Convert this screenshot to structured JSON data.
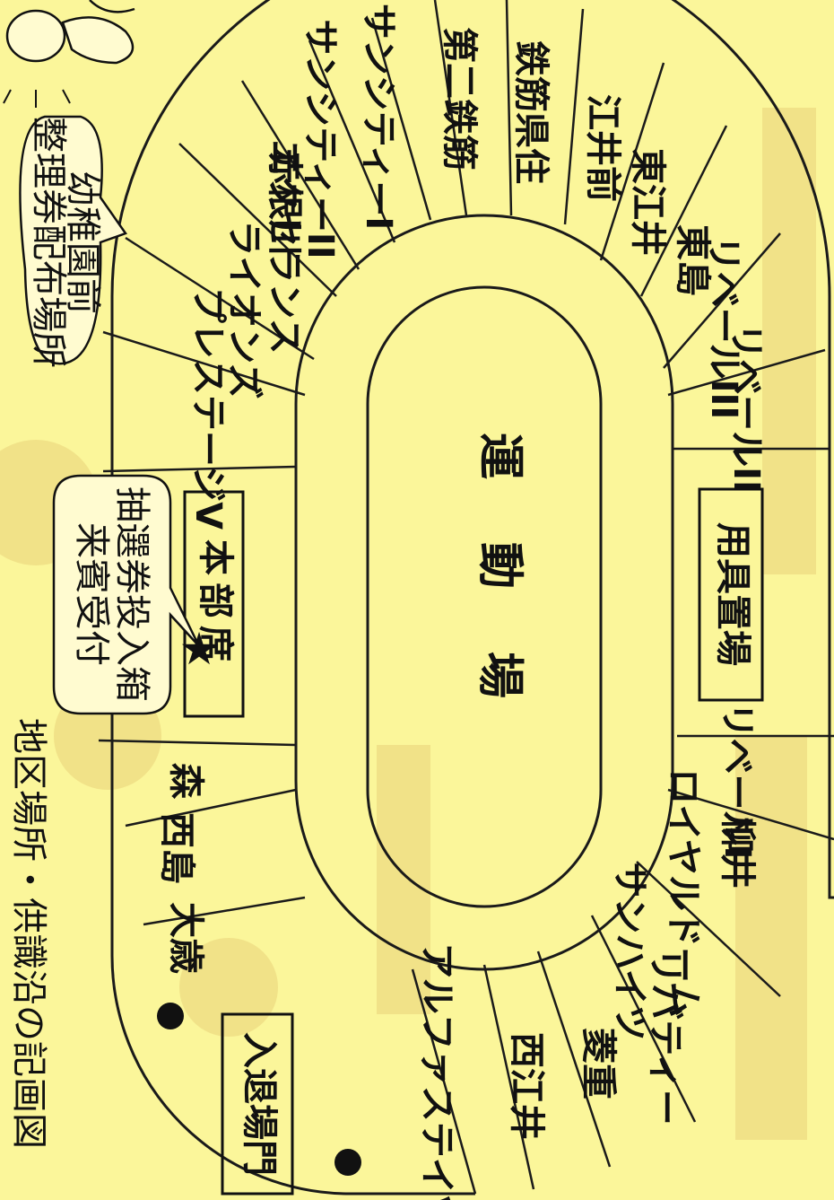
{
  "title": "地区場所・供識沿の記画図",
  "field": {
    "label": "運動場"
  },
  "hq": {
    "label": "本部席"
  },
  "equipment": {
    "label": "用具置場"
  },
  "gate": {
    "label": "入退場門"
  },
  "guest_callout": {
    "line1": "来賓受付",
    "line2": "抽選券投入箱"
  },
  "ticket_callout": {
    "line1": "整理券配布場所",
    "line2": "幼稚園前"
  },
  "sectors_top": [
    "大歳",
    "西島",
    "森",
    "プレステージV",
    "ライオンズ",
    "エクセランス",
    "赤根川",
    "サンシティーII",
    "サンシティーI",
    "第二鉄筋",
    "鉄筋県住",
    "江井前",
    "東江井",
    "東島",
    "リベールIII",
    "リベールII"
  ],
  "sectors_bottom": [
    "アルファステイツ",
    "西江井",
    "菱重",
    "リバティー",
    "サンハイツ",
    "ロイヤルドーム",
    "柳井",
    "リベールI"
  ],
  "colors": {
    "background": "#fbf69a",
    "ink": "#111111"
  }
}
